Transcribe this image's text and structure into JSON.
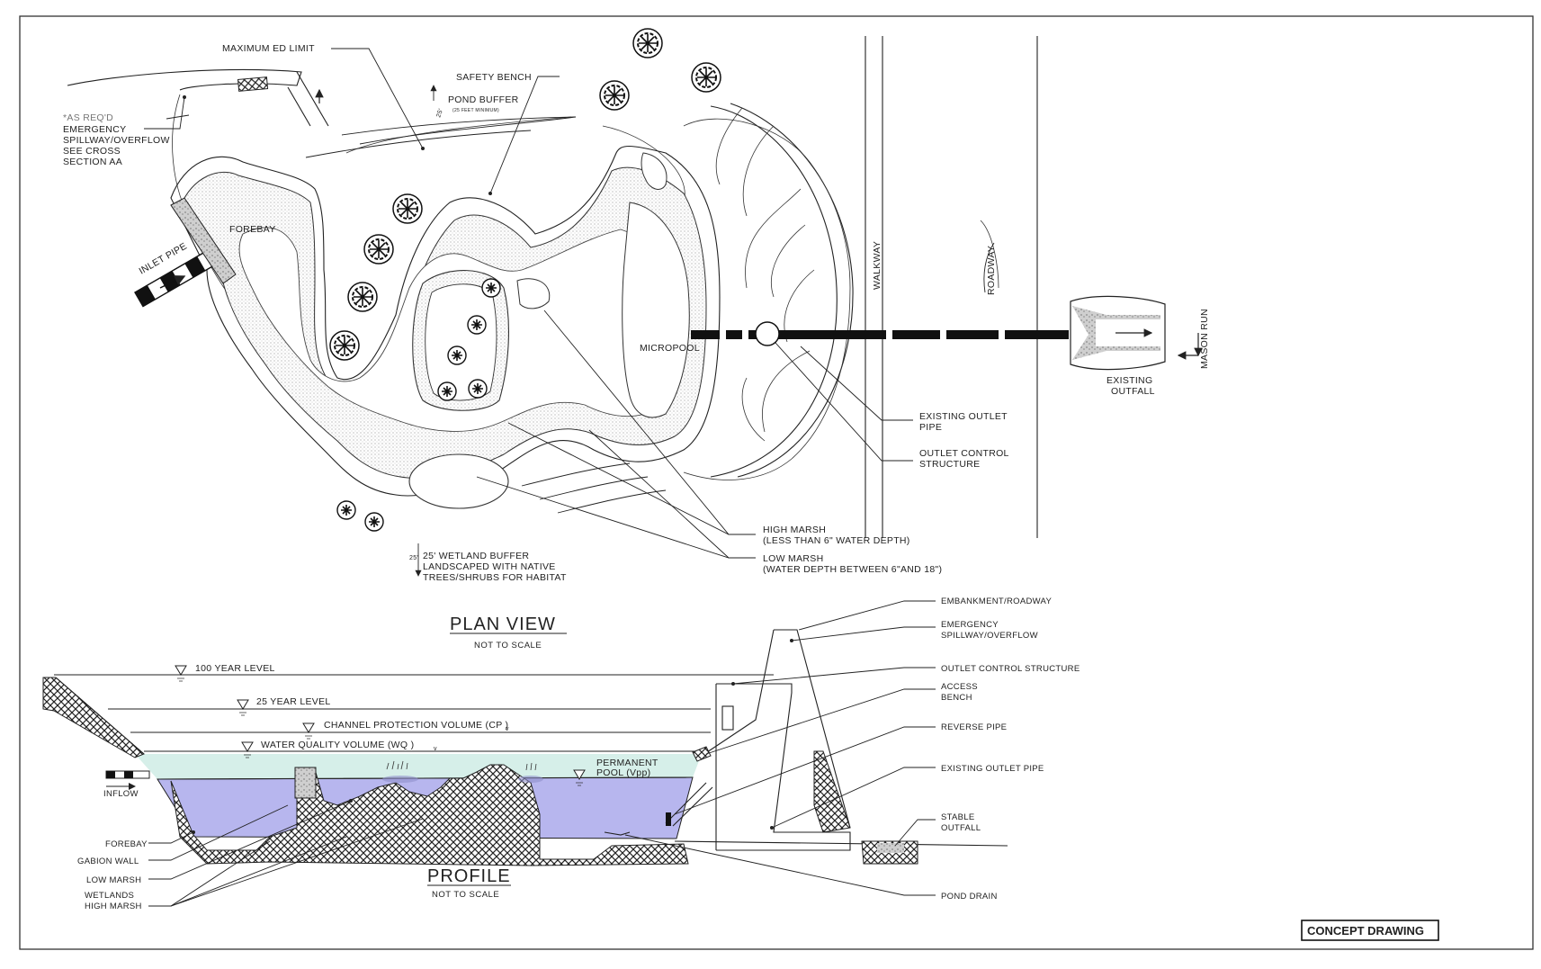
{
  "plan_view": {
    "title": "PLAN VIEW",
    "scale_note": "NOT TO SCALE",
    "labels": {
      "maximum_ed_limit": "MAXIMUM ED LIMIT",
      "safety_bench": "SAFETY BENCH",
      "pond_buffer": "POND BUFFER",
      "pond_buffer_note": "(25 FEET MINIMUM)",
      "pond_buffer_dim": "25'",
      "as_reqd": "*AS REQ'D",
      "spillway_1": "EMERGENCY",
      "spillway_2": "SPILLWAY/OVERFLOW",
      "spillway_3": "SEE CROSS",
      "spillway_4": "SECTION AA",
      "forebay": "FOREBAY",
      "inlet_pipe": "INLET PIPE",
      "micropool": "MICROPOOL",
      "walkway": "WALKWAY",
      "roadway": "ROADWAY",
      "mason_run": "MASON RUN",
      "existing_outfall_1": "EXISTING",
      "existing_outfall_2": "OUTFALL",
      "existing_outlet_pipe_1": "EXISTING OUTLET",
      "existing_outlet_pipe_2": "PIPE",
      "outlet_control_1": "OUTLET CONTROL",
      "outlet_control_2": "STRUCTURE",
      "high_marsh_1": "HIGH MARSH",
      "high_marsh_2": "(LESS THAN 6\" WATER DEPTH)",
      "low_marsh_1": "LOW MARSH",
      "low_marsh_2": "(WATER DEPTH BETWEEN 6\"AND 18\")",
      "wetland_dim": "25'",
      "wetland_buffer_1": "25' WETLAND BUFFER",
      "wetland_buffer_2": "LANDSCAPED WITH NATIVE",
      "wetland_buffer_3": "TREES/SHRUBS FOR HABITAT"
    }
  },
  "profile": {
    "title": "PROFILE",
    "scale_note": "NOT TO SCALE",
    "levels": {
      "year_100": "100 YEAR LEVEL",
      "year_25": "25 YEAR LEVEL",
      "cpv": "CHANNEL PROTECTION VOLUME (CP )",
      "cpv_sub": "v",
      "wqv": "WATER QUALITY VOLUME (WQ )",
      "wqv_sub": "v",
      "permanent_pool_1": "PERMANENT",
      "permanent_pool_2": "POOL (Vpp)"
    },
    "left_labels": {
      "inflow": "INFLOW",
      "forebay": "FOREBAY",
      "gabion_wall": "GABION WALL",
      "low_marsh": "LOW MARSH",
      "wetlands_1": "WETLANDS",
      "wetlands_2": "HIGH MARSH"
    },
    "right_labels": {
      "embankment": "EMBANKMENT/ROADWAY",
      "emergency_1": "EMERGENCY",
      "emergency_2": "SPILLWAY/OVERFLOW",
      "outlet_control": "OUTLET CONTROL STRUCTURE",
      "access_1": "ACCESS",
      "access_2": "BENCH",
      "reverse_pipe": "REVERSE PIPE",
      "existing_outlet_pipe": "EXISTING OUTLET PIPE",
      "stable_1": "STABLE",
      "stable_2": "OUTFALL",
      "pond_drain": "POND DRAIN"
    },
    "colors": {
      "permanent_pool": "#b7b6ee",
      "water_quality": "#d6efe9"
    }
  },
  "stamp": "CONCEPT DRAWING"
}
